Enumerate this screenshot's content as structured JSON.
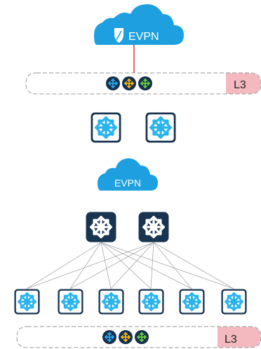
{
  "colors": {
    "cloud": "#1ea0e0",
    "cloud_text": "#ffffff",
    "pill_stroke": "#9a9a9a",
    "l3_fill": "#f4b8bf",
    "l3_text": "#222222",
    "connector": "#d23a3a",
    "switch_dark": "#183450",
    "switch_light": "#2bb4ec",
    "switch_white": "#ffffff",
    "fabric_line": "#a8a8a8",
    "dot_dark": "#14304e",
    "arrow_blue": "#2aa7e8",
    "arrow_yellow": "#f1b51c",
    "arrow_green": "#6ccf3a"
  },
  "top_cloud": {
    "label": "EVPN",
    "icon": "shield-icon"
  },
  "top_bar": {
    "badge": "L3",
    "icons": [
      "blue-arrows-icon",
      "yellow-arrows-icon",
      "green-arrows-icon"
    ]
  },
  "middle_switches": {
    "icon": "layer3-switch-icon",
    "count": 2
  },
  "bottom_cloud": {
    "label": "EVPN"
  },
  "spines": {
    "icon": "layer3-switch-icon",
    "count": 2
  },
  "leaves": {
    "icon": "layer3-switch-icon",
    "count": 6
  },
  "bottom_bar": {
    "badge": "L3",
    "icons": [
      "blue-arrows-icon",
      "yellow-arrows-icon",
      "green-arrows-icon"
    ]
  }
}
